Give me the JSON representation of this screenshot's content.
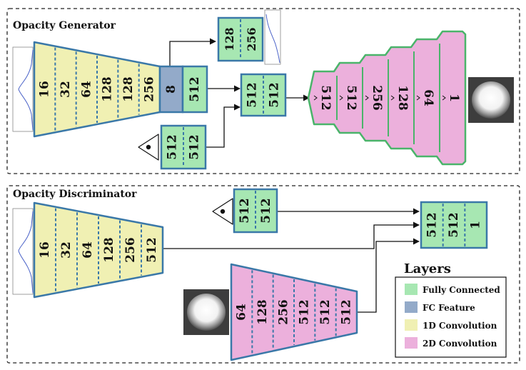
{
  "panels": {
    "generator_title": "Opacity Generator",
    "discriminator_title": "Opacity Discriminator"
  },
  "generator": {
    "conv1d_labels": [
      "16",
      "32",
      "64",
      "128",
      "128",
      "256"
    ],
    "feature_label": "8",
    "fc_after_feature": [
      "512"
    ],
    "fc_branch": [
      "128",
      "256"
    ],
    "fc_view": [
      "512",
      "512"
    ],
    "fc_merge": [
      "512",
      "512"
    ],
    "deconv_labels": [
      "512",
      "512",
      "256",
      "128",
      "64",
      "1"
    ]
  },
  "discriminator": {
    "conv1d_labels": [
      "16",
      "32",
      "64",
      "128",
      "256",
      "512"
    ],
    "fc_view": [
      "512",
      "512"
    ],
    "conv2d_labels": [
      "64",
      "128",
      "256",
      "512",
      "512",
      "512"
    ],
    "fc_out": [
      "512",
      "512",
      "1"
    ]
  },
  "legend": {
    "title": "Layers",
    "items": [
      {
        "label": "Fully Connected",
        "color": "#a7e7b2"
      },
      {
        "label": "FC Feature",
        "color": "#93aac9"
      },
      {
        "label": "1D Convolution",
        "color": "#f0f0b3"
      },
      {
        "label": "2D Convolution",
        "color": "#ecb0dc"
      }
    ]
  },
  "colors": {
    "fc": "#a7e7b2",
    "feature": "#93aac9",
    "conv1d": "#f0f0b3",
    "conv2d": "#ecb0dc",
    "blue_border": "#3a78a8",
    "green_border": "#4ab46a",
    "divider": "#3a78a8"
  },
  "icons": [
    "eye-icon",
    "opacity-curve-thumbnail",
    "opacity-map-image"
  ]
}
